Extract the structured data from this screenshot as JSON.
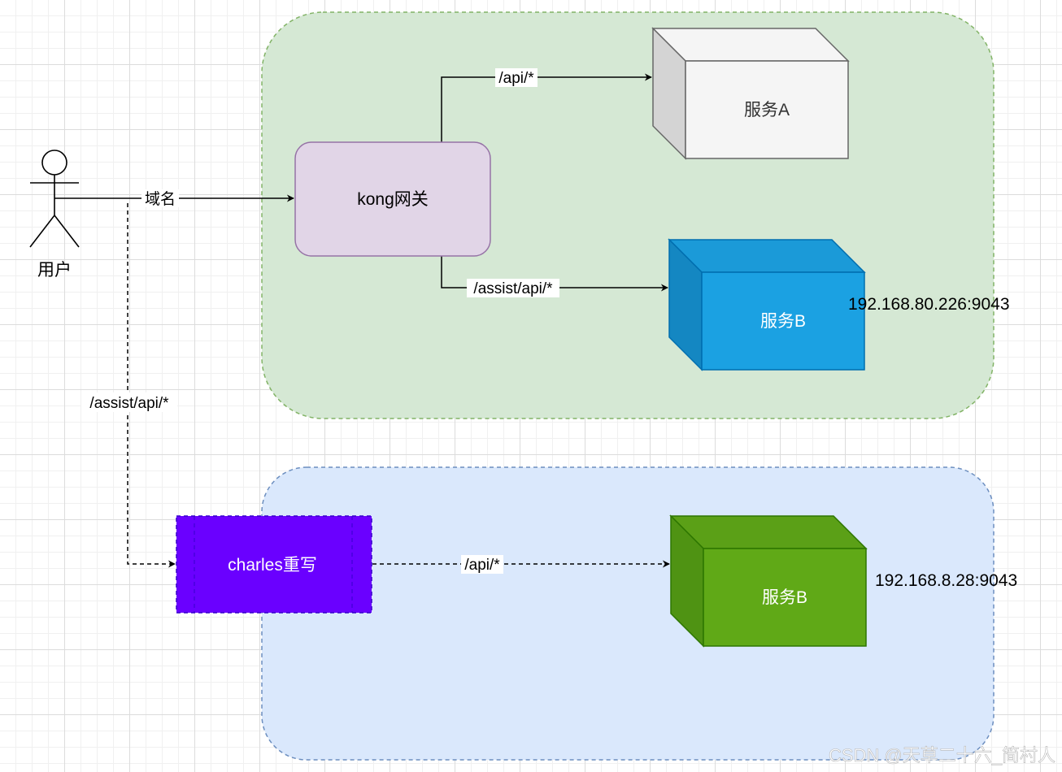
{
  "actor": {
    "label": "用户"
  },
  "edges": {
    "domain_label": "域名",
    "api_a_label": "/api/*",
    "assist_label": "/assist/api/*",
    "dashed_assist_label": "/assist/api/*",
    "charles_api_label": "/api/*"
  },
  "nodes": {
    "kong": "kong网关",
    "service_a": "服务A",
    "service_b_top": "服务B",
    "service_b_bottom": "服务B",
    "charles": "charles重写"
  },
  "annotations": {
    "ip_top": "192.168.80.226:9043",
    "ip_bottom": "192.168.8.28:9043"
  },
  "watermark": "CSDN @天草二十六_简村人",
  "colors": {
    "green_zone_fill": "#d5e8d4",
    "green_zone_stroke": "#82b366",
    "blue_zone_fill": "#dae8fc",
    "blue_zone_stroke": "#6c8ebf",
    "kong_fill": "#e1d5e7",
    "kong_stroke": "#9673a6",
    "service_a_fill": "#f5f5f5",
    "service_b_top_fill": "#1ba1e2",
    "service_b_bottom_fill": "#60a917",
    "charles_fill": "#6a00ff"
  },
  "icons": [
    "actor-stick-figure",
    "arrow-head"
  ]
}
